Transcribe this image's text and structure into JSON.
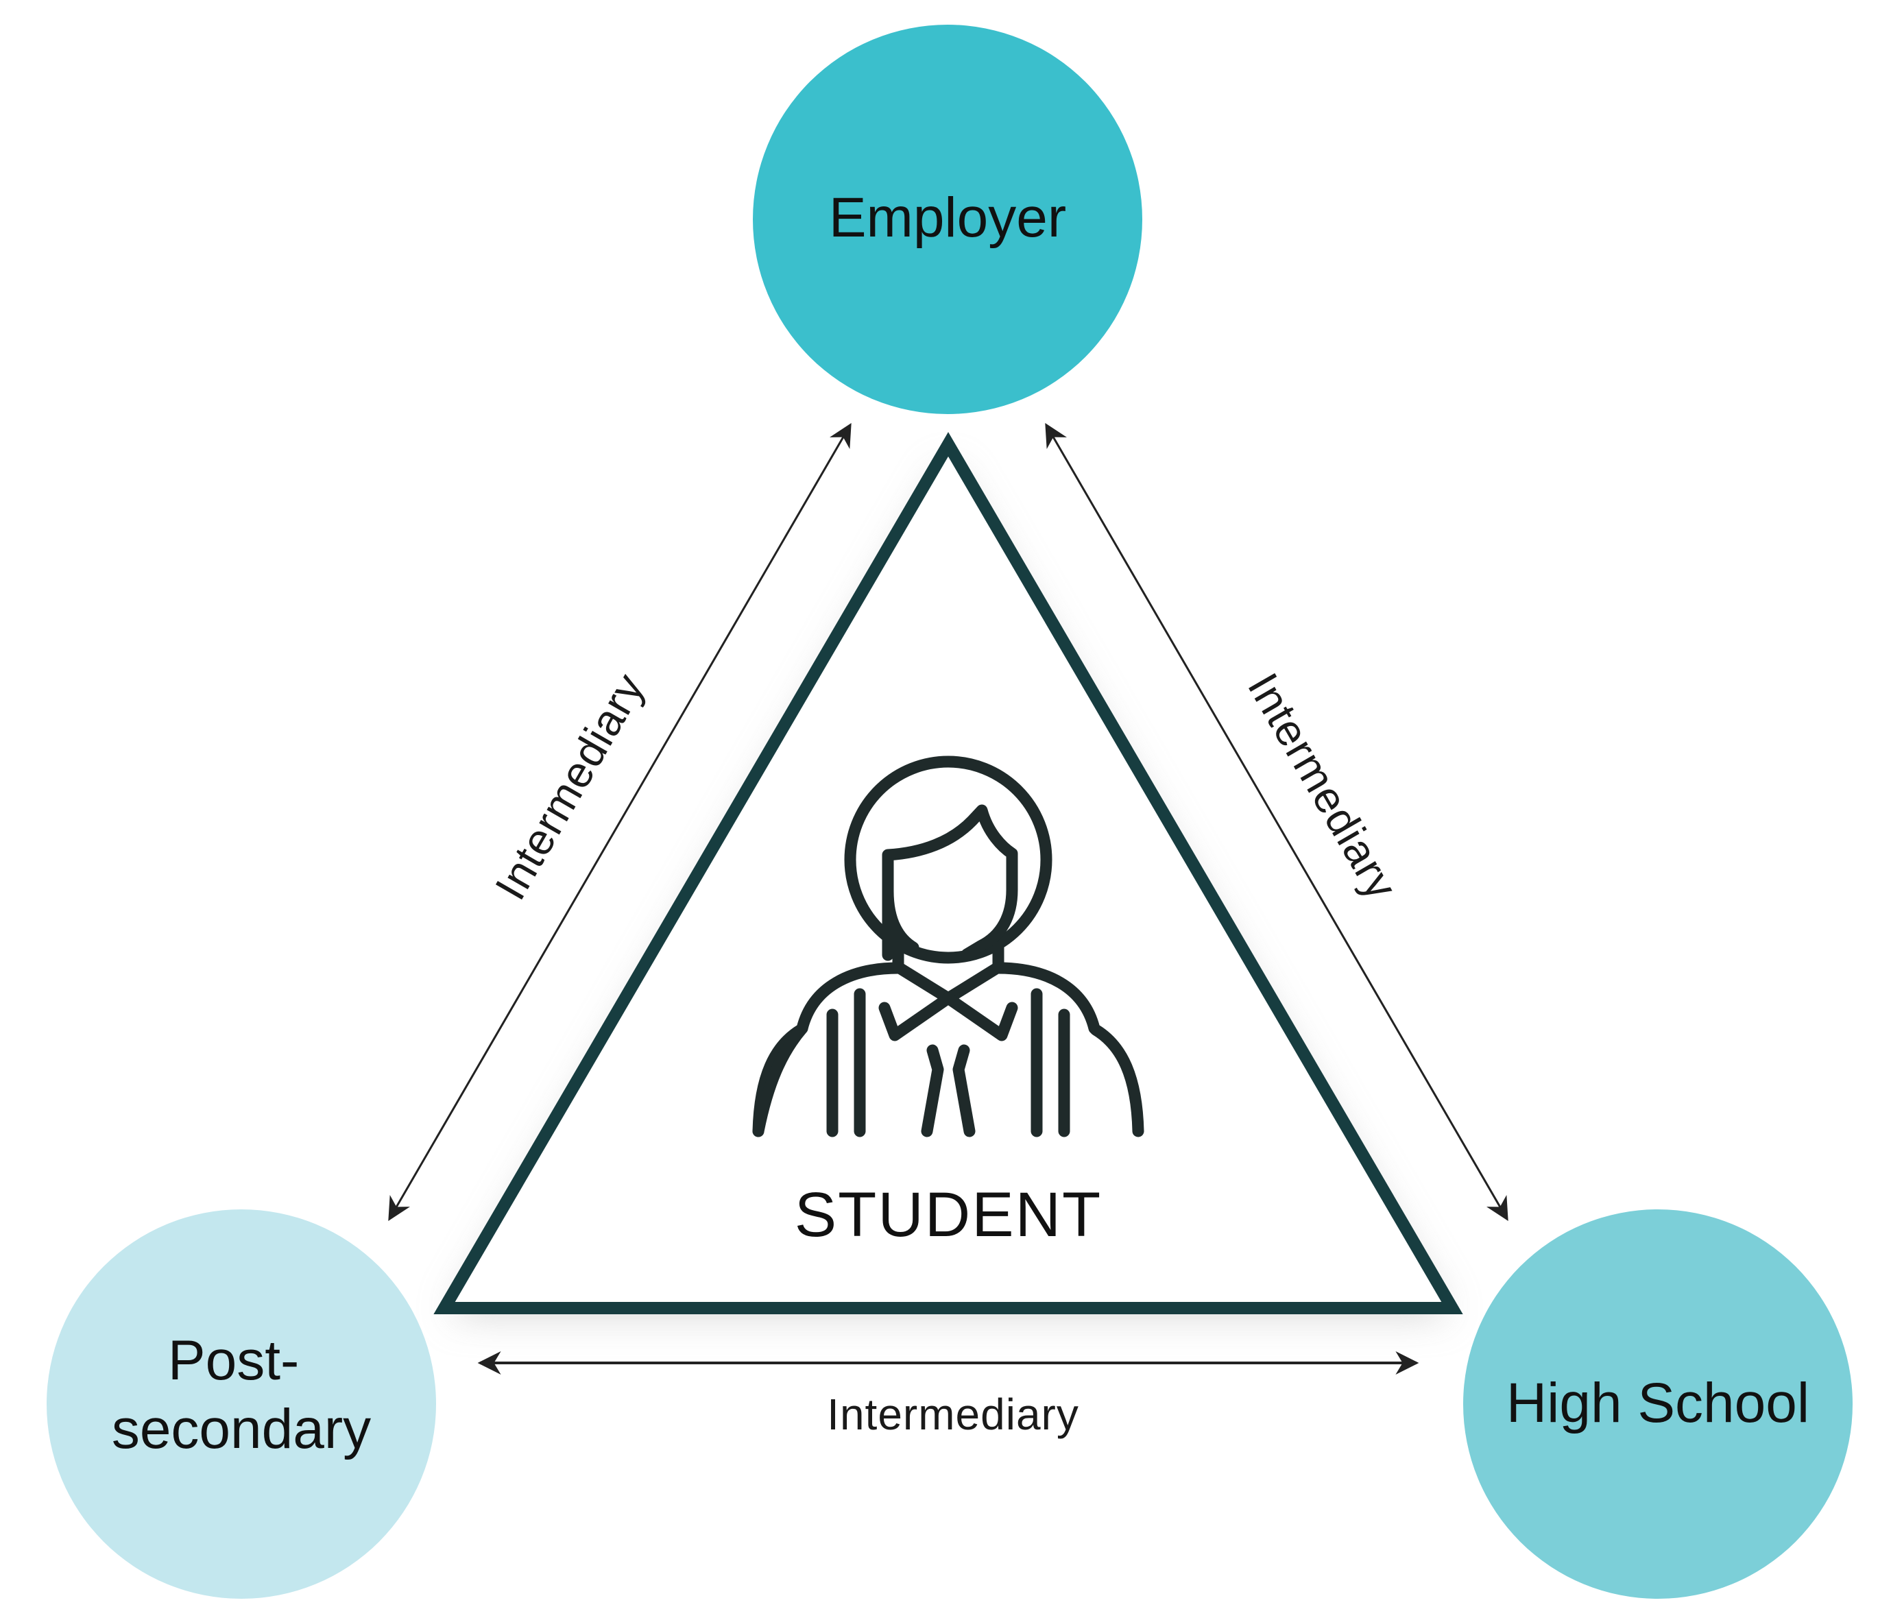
{
  "nodes": {
    "top": {
      "label": "Employer",
      "color": "#3bbfcc"
    },
    "left": {
      "label_lines": [
        "Post-",
        "secondary"
      ],
      "color": "#c3e7ee"
    },
    "right": {
      "label": "High School",
      "color": "#7ccfd8"
    }
  },
  "center": {
    "label": "STUDENT",
    "icon": "student-person-icon",
    "frame_color": "#173d40"
  },
  "links": {
    "left": {
      "label": "Intermediary"
    },
    "right": {
      "label": "Intermediary"
    },
    "bottom": {
      "label": "Intermediary"
    }
  }
}
